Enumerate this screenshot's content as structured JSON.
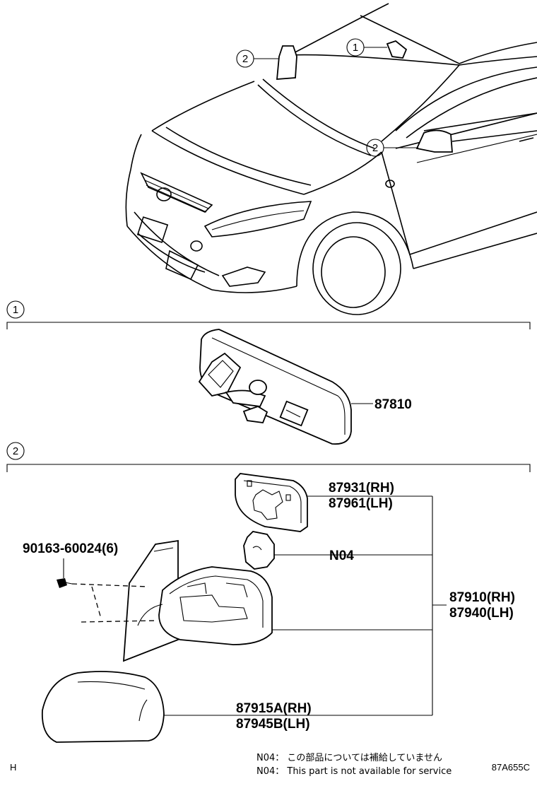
{
  "section_markers": [
    {
      "id": "1",
      "label": "1"
    },
    {
      "id": "2",
      "label": "2"
    }
  ],
  "callouts": {
    "car_mirror_1": "1",
    "car_mirror_2_top": "2",
    "car_mirror_2_side": "2"
  },
  "parts": {
    "inner_mirror": "87810",
    "mirror_glass_rh": "87931(RH)",
    "mirror_glass_lh": "87961(LH)",
    "n04": "N04",
    "screw": "90163-60024(6)",
    "outer_mirror_rh": "87910(RH)",
    "outer_mirror_lh": "87940(LH)",
    "cover_rh": "87915A(RH)",
    "cover_lh": "87945B(LH)"
  },
  "footer": {
    "note_jp": "N04： この部品については補給していません",
    "note_en": "N04： This part is not available for service",
    "corner_left": "H",
    "code": "87A655C"
  }
}
